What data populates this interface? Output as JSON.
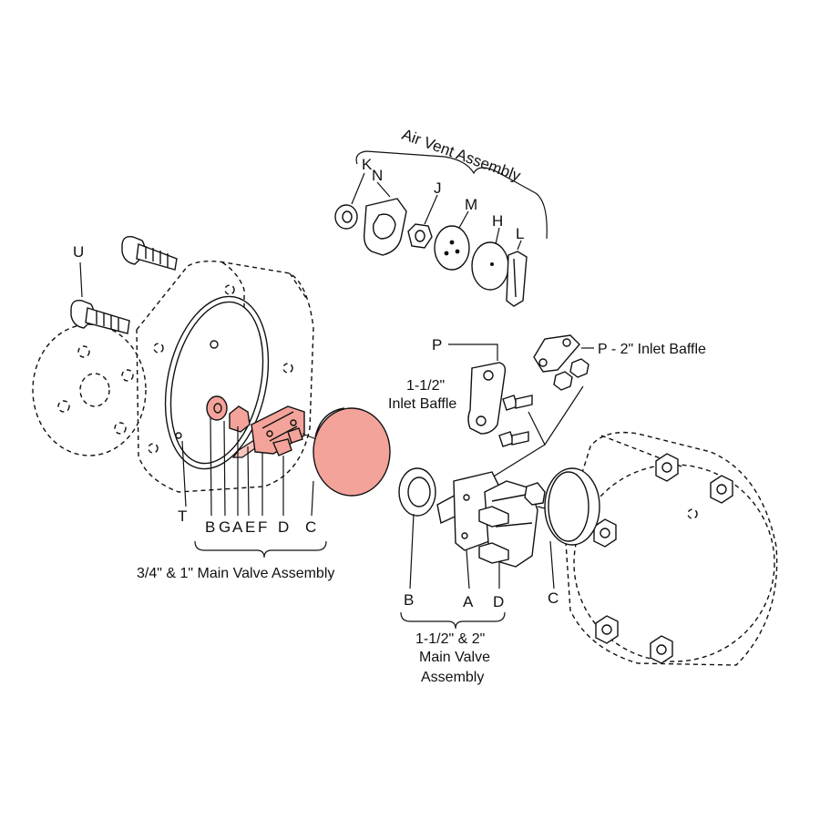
{
  "labels": {
    "k": "K",
    "n": "N",
    "j": "J",
    "m": "M",
    "h": "H",
    "l": "L",
    "u": "U",
    "t": "T",
    "small_b": "B",
    "small_g": "G",
    "small_a": "A",
    "small_e": "E",
    "small_f": "F",
    "small_d": "D",
    "small_c": "C",
    "large_b": "B",
    "large_a": "A",
    "large_d": "D",
    "large_c": "C",
    "p_left": "P",
    "p_right": "P - 2\" Inlet Baffle"
  },
  "captions": {
    "air_vent": "Air Vent Assembly",
    "inlet_baffle_line1": "1-1/2\"",
    "inlet_baffle_line2": "Inlet Baffle",
    "small_assembly": "3/4\" & 1\" Main Valve Assembly",
    "large_assembly_line1": "1-1/2\" & 2\"",
    "large_assembly_line2": "Main Valve",
    "large_assembly_line3": "Assembly"
  },
  "colors": {
    "highlight": "#f4a39a",
    "line": "#111111"
  }
}
